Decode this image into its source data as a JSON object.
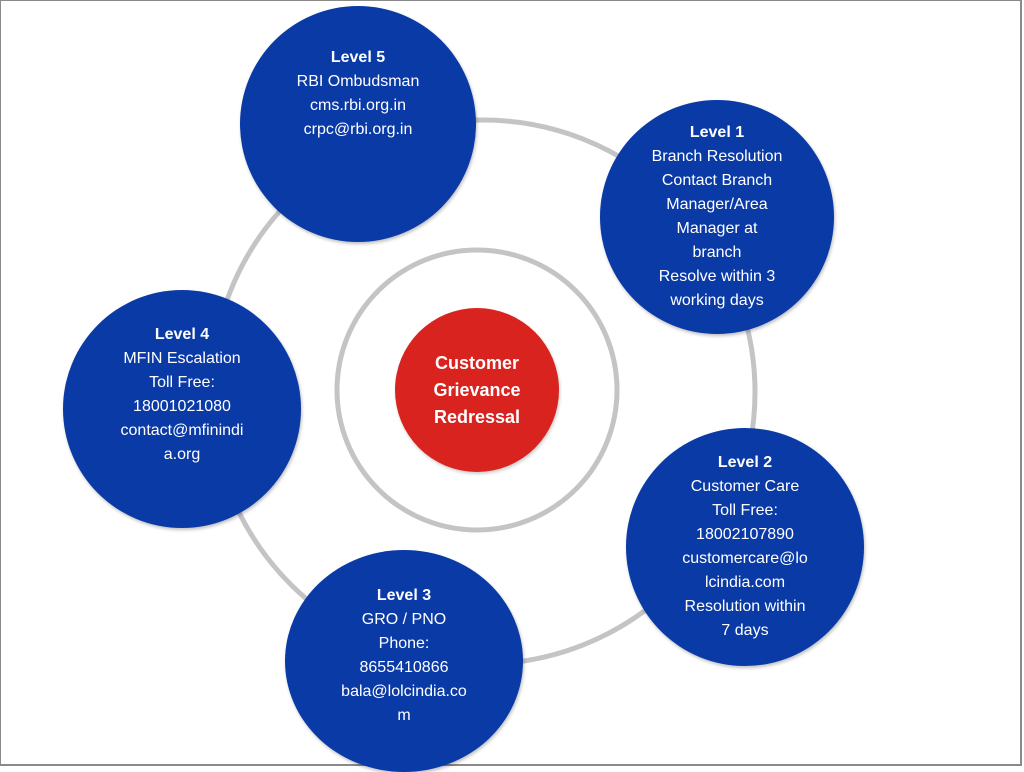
{
  "diagram": {
    "center": {
      "lines": [
        "Customer",
        "Grievance",
        "Redressal"
      ],
      "color": "#d8231f"
    },
    "node_color": "#0a3aa6",
    "ring_color": "#c4c4c4",
    "levels": {
      "level5": {
        "title": "Level 5",
        "lines": [
          "RBI Ombudsman",
          "cms.rbi.org.in",
          "crpc@rbi.org.in"
        ]
      },
      "level1": {
        "title": "Level 1",
        "lines": [
          "Branch Resolution",
          "Contact Branch",
          "Manager/Area",
          "Manager at",
          "branch",
          "Resolve within 3",
          "working days"
        ]
      },
      "level2": {
        "title": "Level 2",
        "lines": [
          "Customer Care",
          "Toll Free:",
          "18002107890",
          "customercare@lo",
          "lcindia.com",
          "Resolution within",
          "7 days"
        ]
      },
      "level3": {
        "title": "Level 3",
        "lines": [
          "GRO / PNO",
          "Phone:",
          "8655410866",
          "bala@lolcindia.co",
          "m"
        ]
      },
      "level4": {
        "title": "Level 4",
        "lines": [
          "MFIN Escalation",
          "Toll Free:",
          "18001021080",
          "contact@mfinindi",
          "a.org"
        ]
      }
    }
  }
}
